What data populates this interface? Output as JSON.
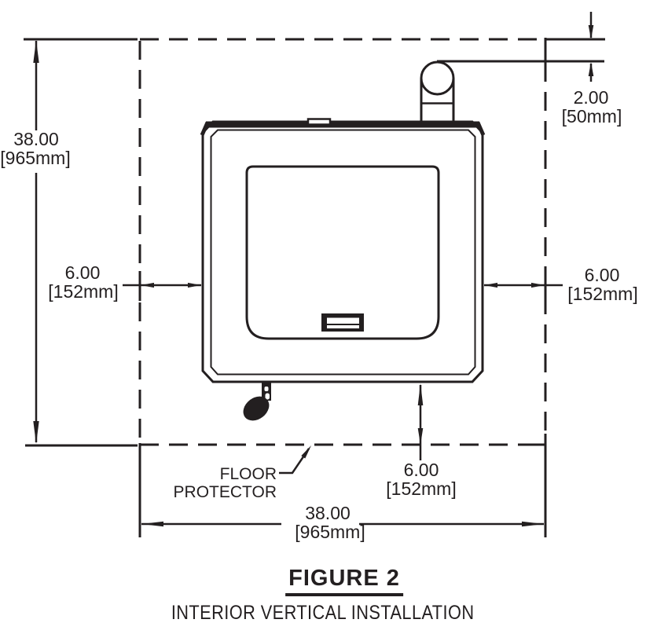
{
  "figure": {
    "title": "FIGURE 2",
    "subtitle": "INTERIOR VERTICAL INSTALLATION"
  },
  "callouts": {
    "floor_protector": {
      "line1": "FLOOR",
      "line2": "PROTECTOR"
    }
  },
  "dimensions": {
    "overall_height": {
      "value": "38.00",
      "metric": "[965mm]"
    },
    "overall_width": {
      "value": "38.00",
      "metric": "[965mm]"
    },
    "left_clearance": {
      "value": "6.00",
      "metric": "[152mm]"
    },
    "right_clearance": {
      "value": "6.00",
      "metric": "[152mm]"
    },
    "front_clearance": {
      "value": "6.00",
      "metric": "[152mm]"
    },
    "pipe_clearance": {
      "value": "2.00",
      "metric": "[50mm]"
    }
  },
  "colors": {
    "line": "#231f20",
    "background": "#ffffff"
  }
}
